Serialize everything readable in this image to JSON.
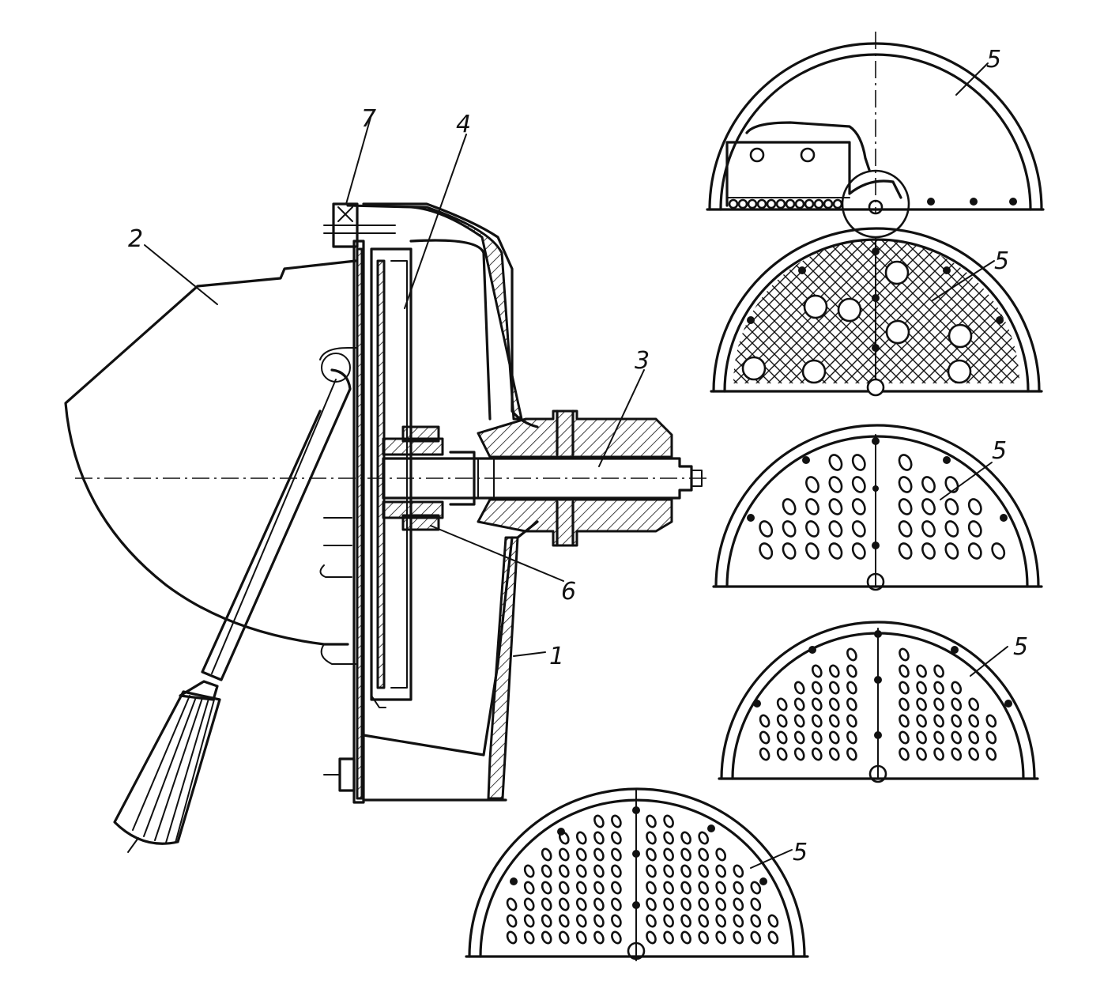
{
  "labels": {
    "l1": "1",
    "l2": "2",
    "l3": "3",
    "l4": "4",
    "l5a": "5",
    "l5b": "5",
    "l5c": "5",
    "l5d": "5",
    "l5e": "5",
    "l6": "6",
    "l7": "7"
  }
}
